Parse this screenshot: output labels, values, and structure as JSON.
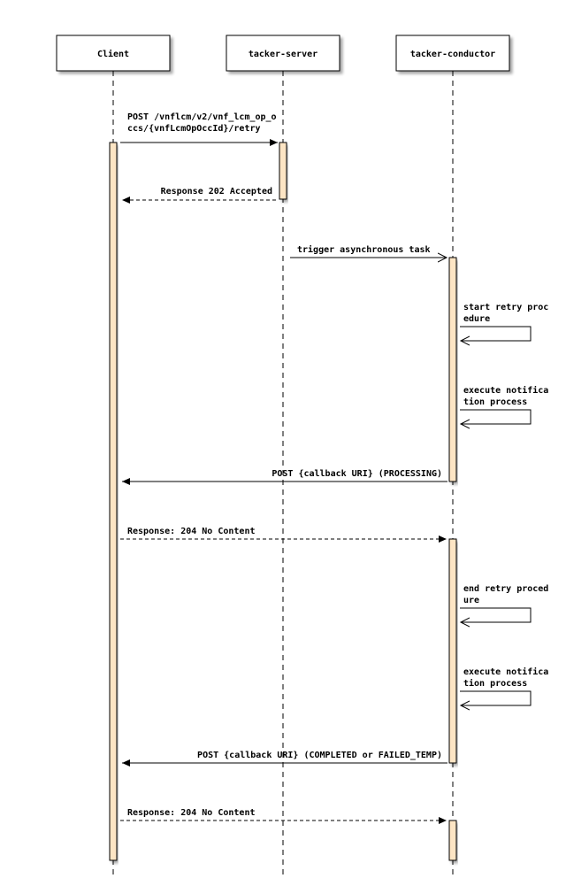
{
  "participants": {
    "client": "Client",
    "server": "tacker-server",
    "conductor": "tacker-conductor"
  },
  "messages": {
    "m1_line1": "POST /vnflcm/v2/vnf_lcm_op_o",
    "m1_line2": "ccs/{vnfLcmOpOccId}/retry",
    "m2": "Response 202 Accepted",
    "m3": "trigger asynchronous task",
    "m4_line1": "start retry proc",
    "m4_line2": "edure",
    "m5_line1": "execute notifica",
    "m5_line2": "tion process",
    "m6": "POST {callback URI} (PROCESSING)",
    "m7": "Response: 204 No Content",
    "m8_line1": "end retry proced",
    "m8_line2": "ure",
    "m9_line1": "execute notifica",
    "m9_line2": "tion process",
    "m10": "POST {callback URI} (COMPLETED or FAILED_TEMP)",
    "m11": "Response: 204 No Content"
  }
}
